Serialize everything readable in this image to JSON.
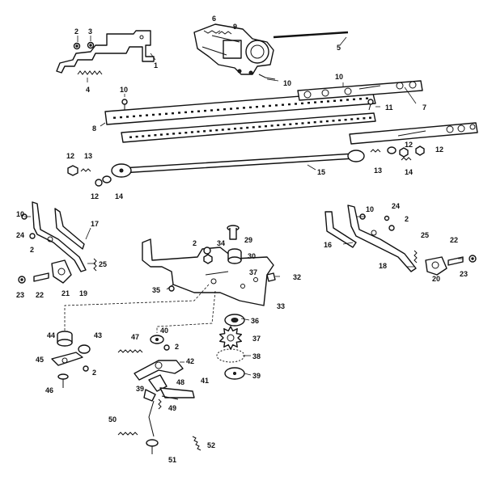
{
  "callouts": [
    {
      "id": "c1",
      "text": "1"
    },
    {
      "id": "c2a",
      "text": "2"
    },
    {
      "id": "c3",
      "text": "3"
    },
    {
      "id": "c4",
      "text": "4"
    },
    {
      "id": "c6",
      "text": "6"
    },
    {
      "id": "c9",
      "text": "9"
    },
    {
      "id": "c5",
      "text": "5"
    },
    {
      "id": "c10a",
      "text": "10"
    },
    {
      "id": "c10b",
      "text": "10"
    },
    {
      "id": "c10c",
      "text": "10"
    },
    {
      "id": "c7",
      "text": "7"
    },
    {
      "id": "c11",
      "text": "11"
    },
    {
      "id": "c8",
      "text": "8"
    },
    {
      "id": "c12a",
      "text": "12"
    },
    {
      "id": "c13a",
      "text": "13"
    },
    {
      "id": "c12b",
      "text": "12"
    },
    {
      "id": "c14a",
      "text": "14"
    },
    {
      "id": "c15",
      "text": "15"
    },
    {
      "id": "c12c",
      "text": "12"
    },
    {
      "id": "c12d",
      "text": "12"
    },
    {
      "id": "c13b",
      "text": "13"
    },
    {
      "id": "c14b",
      "text": "14"
    },
    {
      "id": "c10d",
      "text": "10"
    },
    {
      "id": "c24a",
      "text": "24"
    },
    {
      "id": "c2b",
      "text": "2"
    },
    {
      "id": "c17",
      "text": "17"
    },
    {
      "id": "c25a",
      "text": "25"
    },
    {
      "id": "c23a",
      "text": "23"
    },
    {
      "id": "c22a",
      "text": "22"
    },
    {
      "id": "c21",
      "text": "21"
    },
    {
      "id": "c19",
      "text": "19"
    },
    {
      "id": "c2c",
      "text": "2"
    },
    {
      "id": "c34",
      "text": "34"
    },
    {
      "id": "c29",
      "text": "29"
    },
    {
      "id": "c30",
      "text": "30"
    },
    {
      "id": "c37a",
      "text": "37"
    },
    {
      "id": "c32",
      "text": "32"
    },
    {
      "id": "c35",
      "text": "35"
    },
    {
      "id": "c33",
      "text": "33"
    },
    {
      "id": "c10e",
      "text": "10"
    },
    {
      "id": "c24b",
      "text": "24"
    },
    {
      "id": "c2d",
      "text": "2"
    },
    {
      "id": "c16",
      "text": "16"
    },
    {
      "id": "c25b",
      "text": "25"
    },
    {
      "id": "c22b",
      "text": "22"
    },
    {
      "id": "c18",
      "text": "18"
    },
    {
      "id": "c20",
      "text": "20"
    },
    {
      "id": "c23b",
      "text": "23"
    },
    {
      "id": "c44",
      "text": "44"
    },
    {
      "id": "c43",
      "text": "43"
    },
    {
      "id": "c45",
      "text": "45"
    },
    {
      "id": "c2e",
      "text": "2"
    },
    {
      "id": "c46",
      "text": "46"
    },
    {
      "id": "c47",
      "text": "47"
    },
    {
      "id": "c40",
      "text": "40"
    },
    {
      "id": "c2f",
      "text": "2"
    },
    {
      "id": "c42",
      "text": "42"
    },
    {
      "id": "c36",
      "text": "36"
    },
    {
      "id": "c37b",
      "text": "37"
    },
    {
      "id": "c38",
      "text": "38"
    },
    {
      "id": "c39a",
      "text": "39"
    },
    {
      "id": "c41",
      "text": "41"
    },
    {
      "id": "c39b",
      "text": "39"
    },
    {
      "id": "c48",
      "text": "48"
    },
    {
      "id": "c49",
      "text": "49"
    },
    {
      "id": "c50",
      "text": "50"
    },
    {
      "id": "c51",
      "text": "51"
    },
    {
      "id": "c52",
      "text": "52"
    }
  ]
}
